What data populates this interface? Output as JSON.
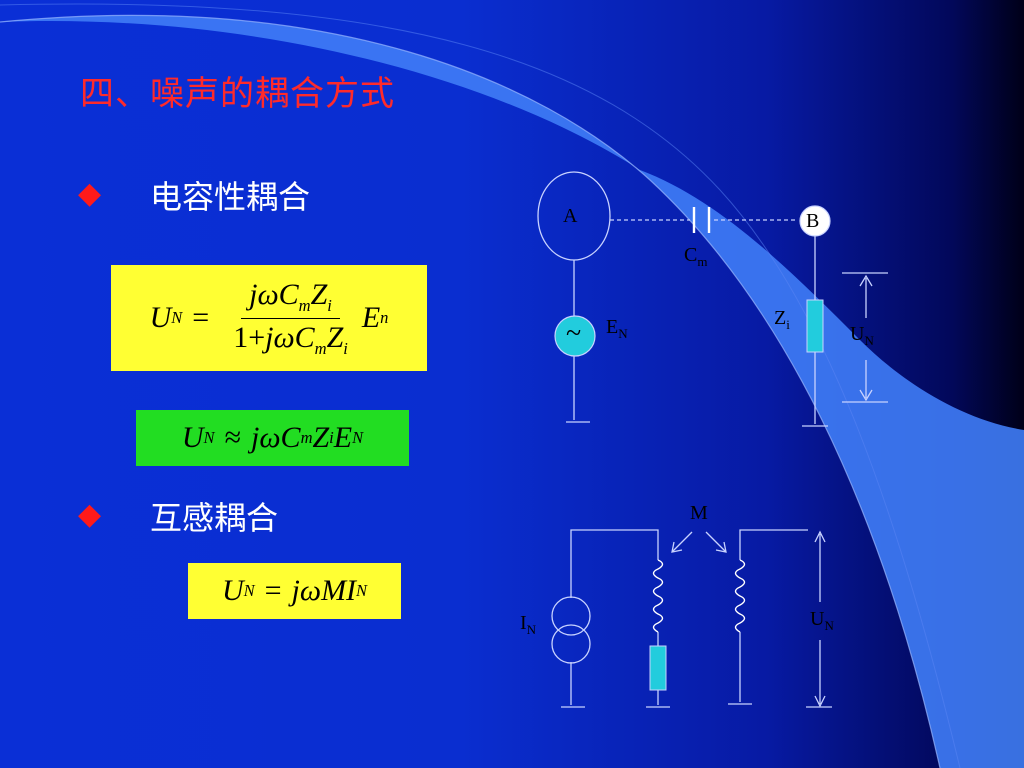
{
  "title": "四、噪声的耦合方式",
  "sections": [
    {
      "bullet": "◆",
      "label": "电容性耦合"
    },
    {
      "bullet": "◆",
      "label": "互感耦合"
    }
  ],
  "equations": {
    "eq1": {
      "lhs": "U",
      "lhs_sub": "N",
      "op": "=",
      "num_a": "jωC",
      "num_sub1": "m",
      "num_b": "Z",
      "num_sub2": "i",
      "den_pre": "1+",
      "den_a": "jωC",
      "den_sub1": "m",
      "den_b": "Z",
      "den_sub2": "i",
      "rhs": "E",
      "rhs_sub": "n"
    },
    "eq2": {
      "lhs": "U",
      "lhs_sub": "N",
      "op": "≈",
      "a": "jωC",
      "sub1": "m",
      "b": "Z",
      "sub2": "i",
      "c": "E",
      "sub3": "N"
    },
    "eq3": {
      "lhs": "U",
      "lhs_sub": "N",
      "op": "=",
      "rhs": "jωMI",
      "rhs_sub": "N"
    }
  },
  "diagram1": {
    "node_a": "A",
    "node_b": "B",
    "cap": "C",
    "cap_sub": "m",
    "source": "E",
    "source_sub": "N",
    "source_symbol": "~",
    "imp": "Z",
    "imp_sub": "i",
    "volt": "U",
    "volt_sub": "N"
  },
  "diagram2": {
    "mutual": "M",
    "current": "I",
    "current_sub": "N",
    "volt": "U",
    "volt_sub": "N"
  },
  "colors": {
    "title": "#ff2a2a",
    "eq1_bg": "#ffff33",
    "eq2_bg": "#22dd22",
    "eq3_bg": "#ffff33",
    "beam": "#3f7cf6",
    "element": "#22ccdd"
  }
}
